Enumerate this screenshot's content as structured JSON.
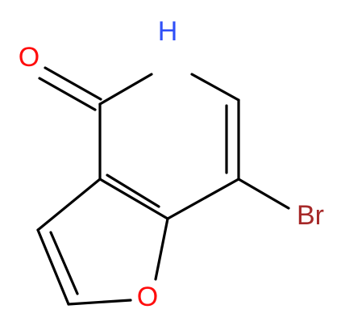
{
  "molecule": {
    "atoms": [
      {
        "id": "O_carbonyl",
        "label": "O",
        "color": "#FF0D0D"
      },
      {
        "id": "N",
        "label": "H",
        "color": "#3050F8"
      },
      {
        "id": "O_ring",
        "label": "O",
        "color": "#FF0D0D"
      },
      {
        "id": "Br",
        "label": "Br",
        "color": "#A62929"
      }
    ],
    "bond_color": "#000000",
    "background": "#FFFFFF"
  }
}
